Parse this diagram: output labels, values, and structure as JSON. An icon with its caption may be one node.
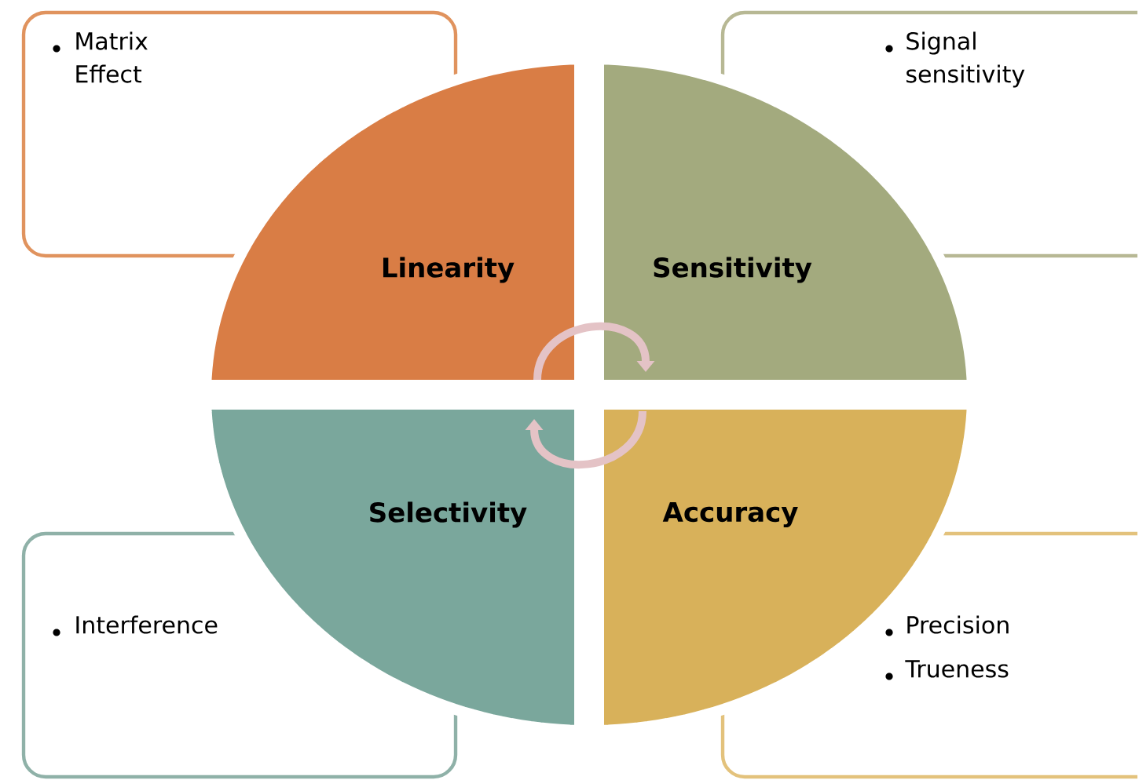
{
  "diagram": {
    "nodes": [
      {
        "text": [
          "Linearity"
        ]
      },
      {
        "text": [
          "Sensitivity"
        ]
      },
      {
        "text": [
          "Selectivity"
        ]
      },
      {
        "text": [
          "Accuracy"
        ]
      },
      {
        "text": [
          "Matrix Effect"
        ]
      },
      {
        "text": [
          "Signal sensitivity"
        ]
      },
      {
        "text": [
          "Interference"
        ]
      },
      {
        "text": [
          "Precision",
          "Trueness"
        ]
      }
    ],
    "edges": [
      {
        "from": 0,
        "to": 1,
        "arrow": "to"
      },
      {
        "from": 3,
        "to": 2,
        "arrow": "to"
      }
    ]
  }
}
